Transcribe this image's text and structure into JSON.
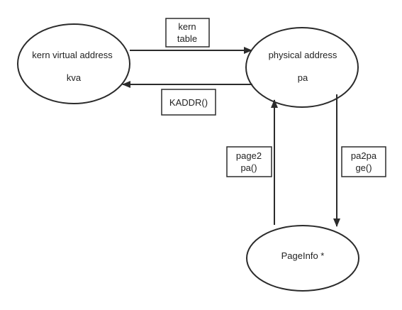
{
  "nodes": {
    "kva": {
      "line1": "kern  virtual address",
      "line2": "kva"
    },
    "pa": {
      "line1": "physical address",
      "line2": "pa"
    },
    "pageinfo": {
      "line1": "PageInfo *"
    }
  },
  "edges": {
    "kern_table": {
      "line1": "kern",
      "line2": "table"
    },
    "kaddr": {
      "line1": "KADDR()"
    },
    "page2pa": {
      "line1": "page2",
      "line2": "pa()"
    },
    "pa2page": {
      "line1": "pa2pa",
      "line2": "ge()"
    }
  },
  "colors": {
    "stroke": "#2b2b2b",
    "fill": "#ffffff",
    "text": "#222222"
  }
}
